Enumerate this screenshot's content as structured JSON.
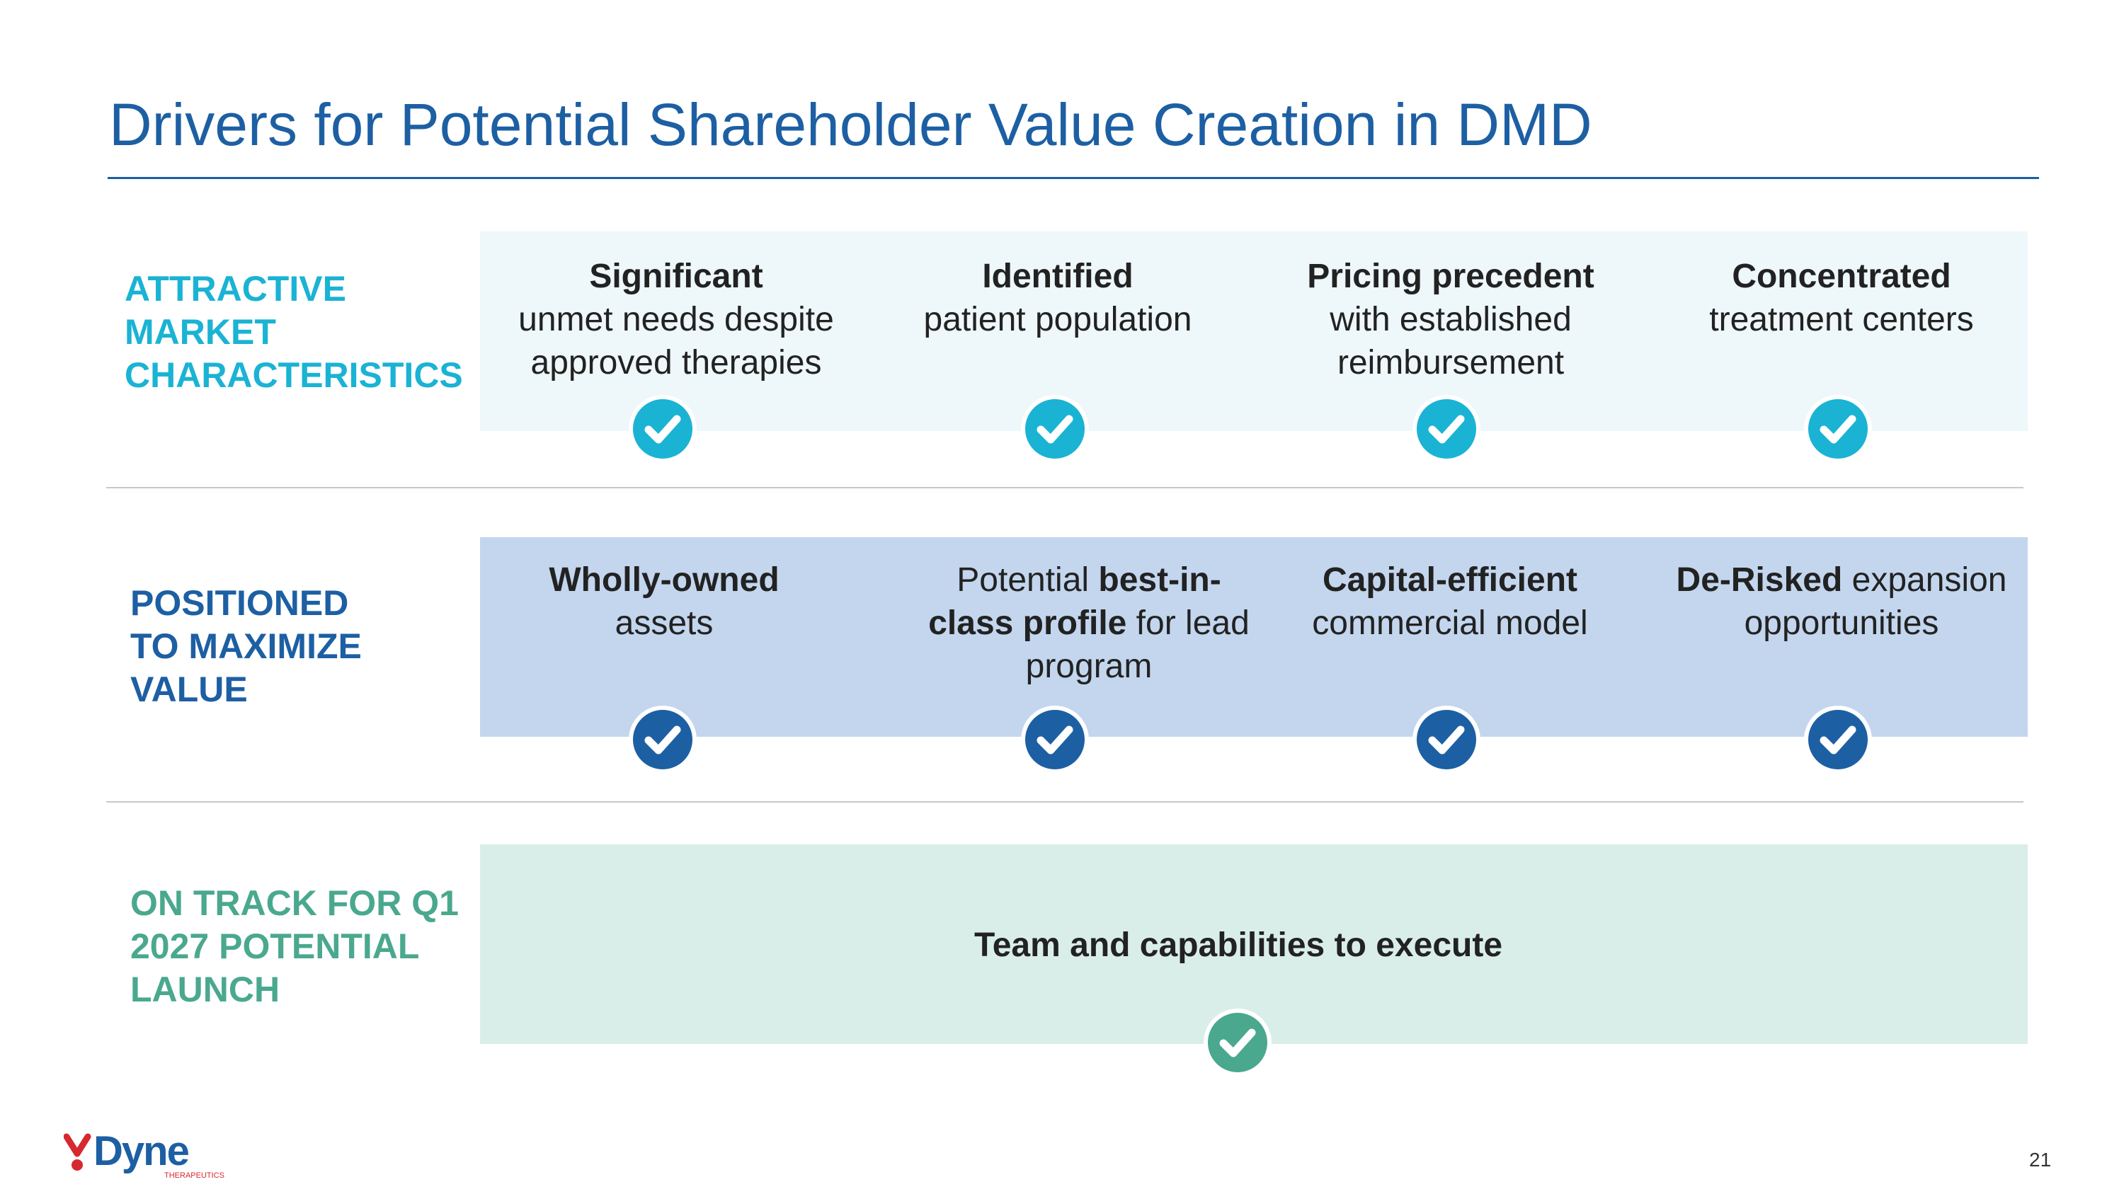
{
  "title": "Drivers for Potential Shareholder Value Creation in DMD",
  "colors": {
    "title": "#1d5fa3",
    "row1_label": "#1ab3d4",
    "row1_band": "#eef7fa",
    "row1_check": "#1ab3d4",
    "row2_label": "#1d5fa3",
    "row2_band": "#c3d6ee",
    "row2_check": "#1d5fa3",
    "row3_label": "#4aa88e",
    "row3_band": "#daeee9",
    "row3_check": "#4aa88e",
    "logo_red": "#d7282f",
    "logo_blue": "#1d5fa3"
  },
  "rows": [
    {
      "label": [
        "ATTRACTIVE",
        "MARKET",
        "CHARACTERISTICS"
      ],
      "items": [
        {
          "lines": [
            [
              {
                "t": "Significant",
                "b": true
              }
            ],
            [
              {
                "t": "unmet needs despite",
                "b": false
              }
            ],
            [
              {
                "t": "approved therapies",
                "b": false
              }
            ]
          ],
          "icon": "checkmark-circle-icon"
        },
        {
          "lines": [
            [
              {
                "t": "Identified",
                "b": true
              }
            ],
            [
              {
                "t": "patient population",
                "b": false
              }
            ]
          ],
          "icon": "checkmark-circle-icon"
        },
        {
          "lines": [
            [
              {
                "t": "Pricing precedent",
                "b": true
              }
            ],
            [
              {
                "t": "with established",
                "b": false
              }
            ],
            [
              {
                "t": "reimbursement",
                "b": false
              }
            ]
          ],
          "icon": "checkmark-circle-icon"
        },
        {
          "lines": [
            [
              {
                "t": "Concentrated",
                "b": true
              }
            ],
            [
              {
                "t": "treatment centers",
                "b": false
              }
            ]
          ],
          "icon": "checkmark-circle-icon"
        }
      ]
    },
    {
      "label": [
        "POSITIONED",
        "TO MAXIMIZE",
        "VALUE"
      ],
      "items": [
        {
          "lines": [
            [
              {
                "t": "Wholly-owned",
                "b": true
              }
            ],
            [
              {
                "t": "assets",
                "b": false
              }
            ]
          ],
          "icon": "checkmark-circle-icon"
        },
        {
          "lines": [
            [
              {
                "t": "Potential ",
                "b": false
              },
              {
                "t": "best-in-",
                "b": true
              }
            ],
            [
              {
                "t": "class profile",
                "b": true
              },
              {
                "t": " for lead",
                "b": false
              }
            ],
            [
              {
                "t": "program",
                "b": false
              }
            ]
          ],
          "icon": "checkmark-circle-icon"
        },
        {
          "lines": [
            [
              {
                "t": "Capital-efficient",
                "b": true
              }
            ],
            [
              {
                "t": "commercial model",
                "b": false
              }
            ]
          ],
          "icon": "checkmark-circle-icon"
        },
        {
          "lines": [
            [
              {
                "t": "De-Risked",
                "b": true
              },
              {
                "t": " expansion",
                "b": false
              }
            ],
            [
              {
                "t": "opportunities",
                "b": false
              }
            ]
          ],
          "icon": "checkmark-circle-icon"
        }
      ]
    },
    {
      "label": [
        "ON TRACK FOR Q1",
        "2027 POTENTIAL",
        "LAUNCH"
      ],
      "items": [
        {
          "lines": [
            [
              {
                "t": "Team and capabilities to execute",
                "b": true
              }
            ]
          ],
          "icon": "checkmark-circle-icon"
        }
      ]
    }
  ],
  "logo": {
    "name": "Dyne",
    "sub": "THERAPEUTICS"
  },
  "page_number": "21"
}
